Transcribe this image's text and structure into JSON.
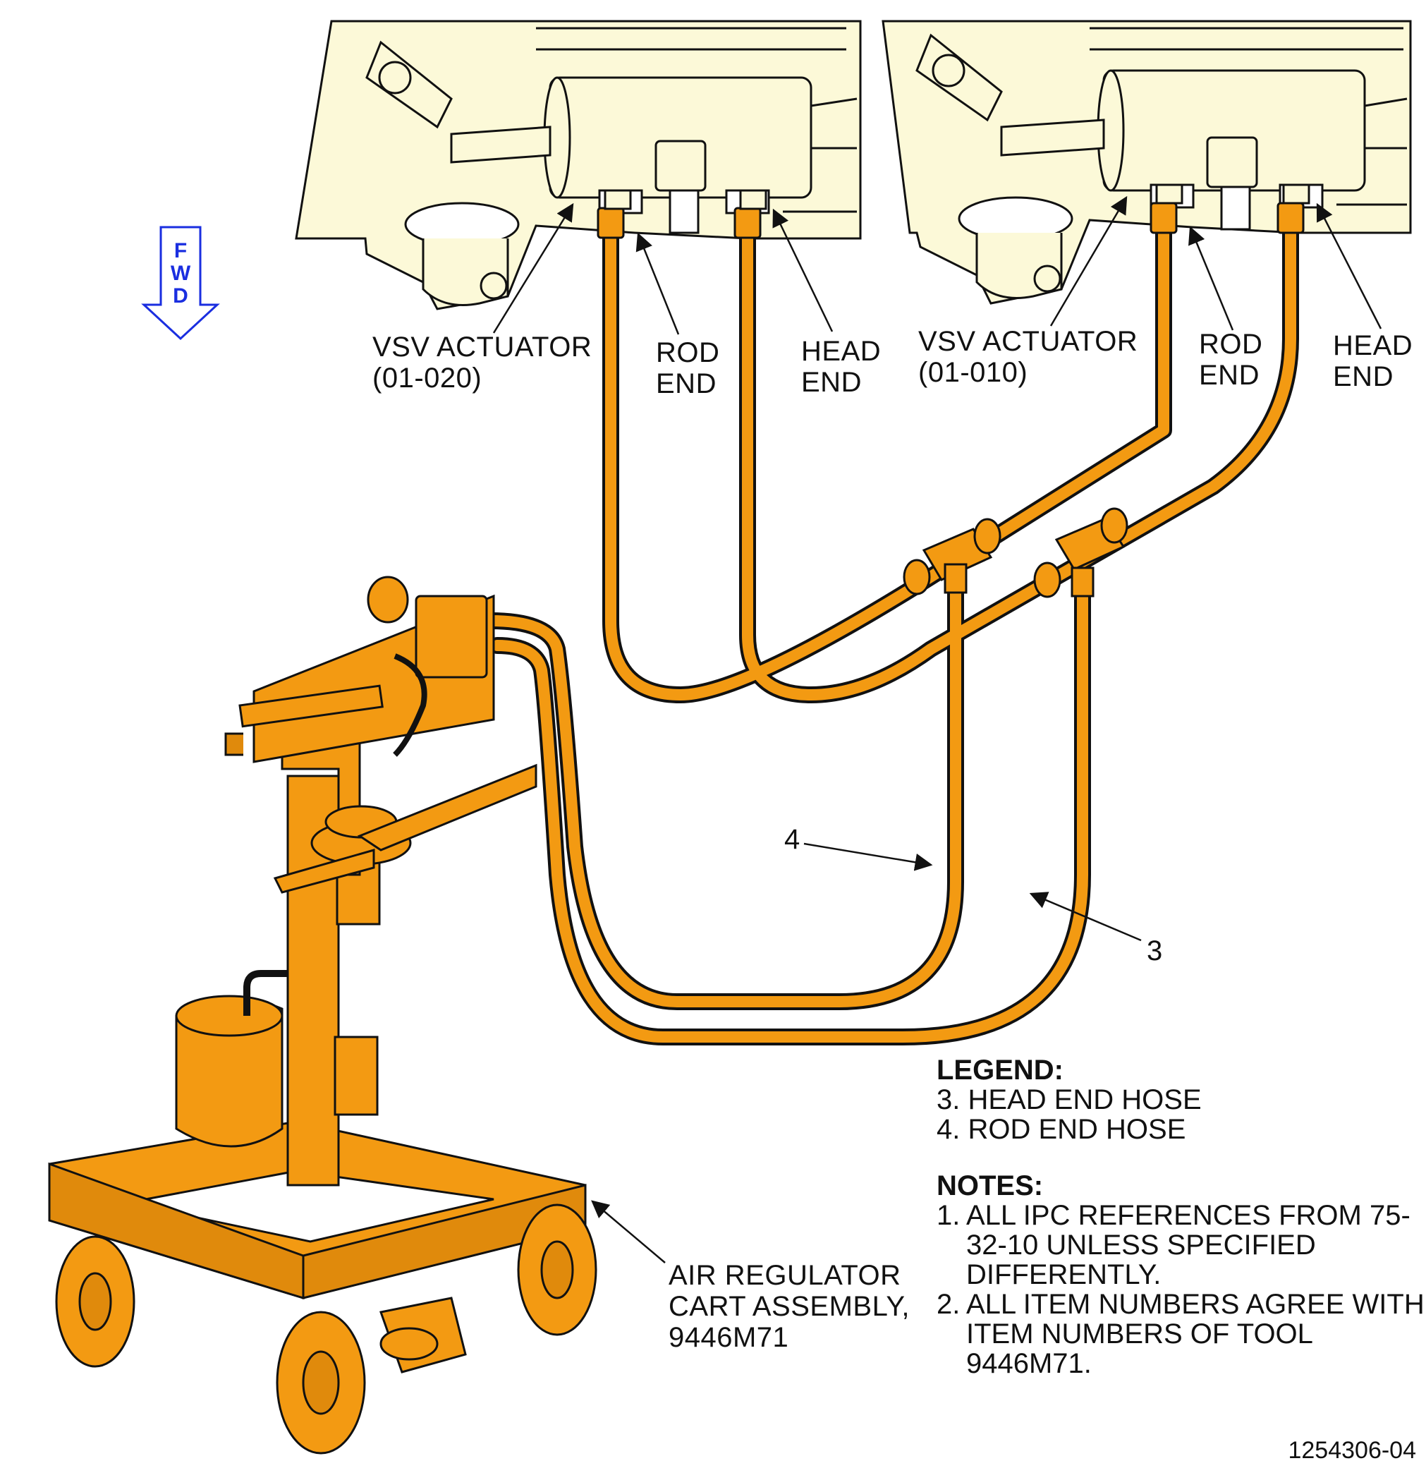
{
  "fwd": {
    "letters": [
      "F",
      "W",
      "D"
    ],
    "color": "#1a2ee0"
  },
  "callouts": {
    "vsv_left": {
      "line1": "VSV ACTUATOR",
      "line2": "(01-020)"
    },
    "rod_left": {
      "line1": "ROD",
      "line2": "END"
    },
    "head_left": {
      "line1": "HEAD",
      "line2": "END"
    },
    "vsv_right": {
      "line1": "VSV ACTUATOR",
      "line2": "(01-010)"
    },
    "rod_right": {
      "line1": "ROD",
      "line2": "END"
    },
    "head_right": {
      "line1": "HEAD",
      "line2": "END"
    },
    "item4": "4",
    "item3": "3",
    "cart": {
      "line1": "AIR REGULATOR",
      "line2": "CART ASSEMBLY,",
      "line3": "9446M71"
    }
  },
  "legend": {
    "heading": "LEGEND:",
    "items": [
      "3. HEAD END HOSE",
      "4. ROD END HOSE"
    ]
  },
  "notes": {
    "heading": "NOTES:",
    "items": [
      {
        "num": "1.",
        "text": "ALL IPC REFERENCES FROM 75-32-10 UNLESS SPECIFIED DIFFERENTLY."
      },
      {
        "num": "2.",
        "text": "ALL ITEM NUMBERS AGREE WITH ITEM NUMBERS OF TOOL 9446M71."
      }
    ]
  },
  "figure_id": "1254306-04",
  "colors": {
    "hose": "#f39a12",
    "engine": "#fcf9d8",
    "outline": "#111111"
  }
}
